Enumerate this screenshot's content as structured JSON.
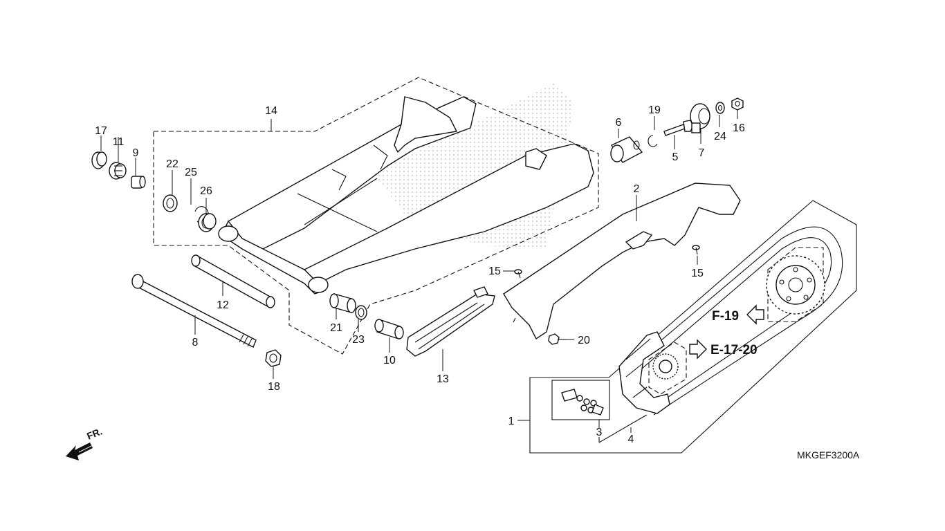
{
  "diagram_code": "MKGEF3200A",
  "direction_label": "FR.",
  "references": [
    {
      "id": "ref-f19",
      "label": "F-19"
    },
    {
      "id": "ref-e1720",
      "label": "E-17-20"
    }
  ],
  "callouts": [
    {
      "id": "1",
      "label": "1"
    },
    {
      "id": "2",
      "label": "2"
    },
    {
      "id": "3",
      "label": "3"
    },
    {
      "id": "4",
      "label": "4"
    },
    {
      "id": "5",
      "label": "5"
    },
    {
      "id": "6",
      "label": "6"
    },
    {
      "id": "7",
      "label": "7"
    },
    {
      "id": "8",
      "label": "8"
    },
    {
      "id": "9",
      "label": "9"
    },
    {
      "id": "10",
      "label": "10"
    },
    {
      "id": "11",
      "label": "11"
    },
    {
      "id": "12",
      "label": "12"
    },
    {
      "id": "13",
      "label": "13"
    },
    {
      "id": "14",
      "label": "14"
    },
    {
      "id": "15a",
      "label": "15"
    },
    {
      "id": "15b",
      "label": "15"
    },
    {
      "id": "16",
      "label": "16"
    },
    {
      "id": "17",
      "label": "17"
    },
    {
      "id": "18",
      "label": "18"
    },
    {
      "id": "19",
      "label": "19"
    },
    {
      "id": "20",
      "label": "20"
    },
    {
      "id": "21",
      "label": "21"
    },
    {
      "id": "22",
      "label": "22"
    },
    {
      "id": "23",
      "label": "23"
    },
    {
      "id": "24",
      "label": "24"
    },
    {
      "id": "25",
      "label": "25"
    },
    {
      "id": "26",
      "label": "26"
    }
  ]
}
